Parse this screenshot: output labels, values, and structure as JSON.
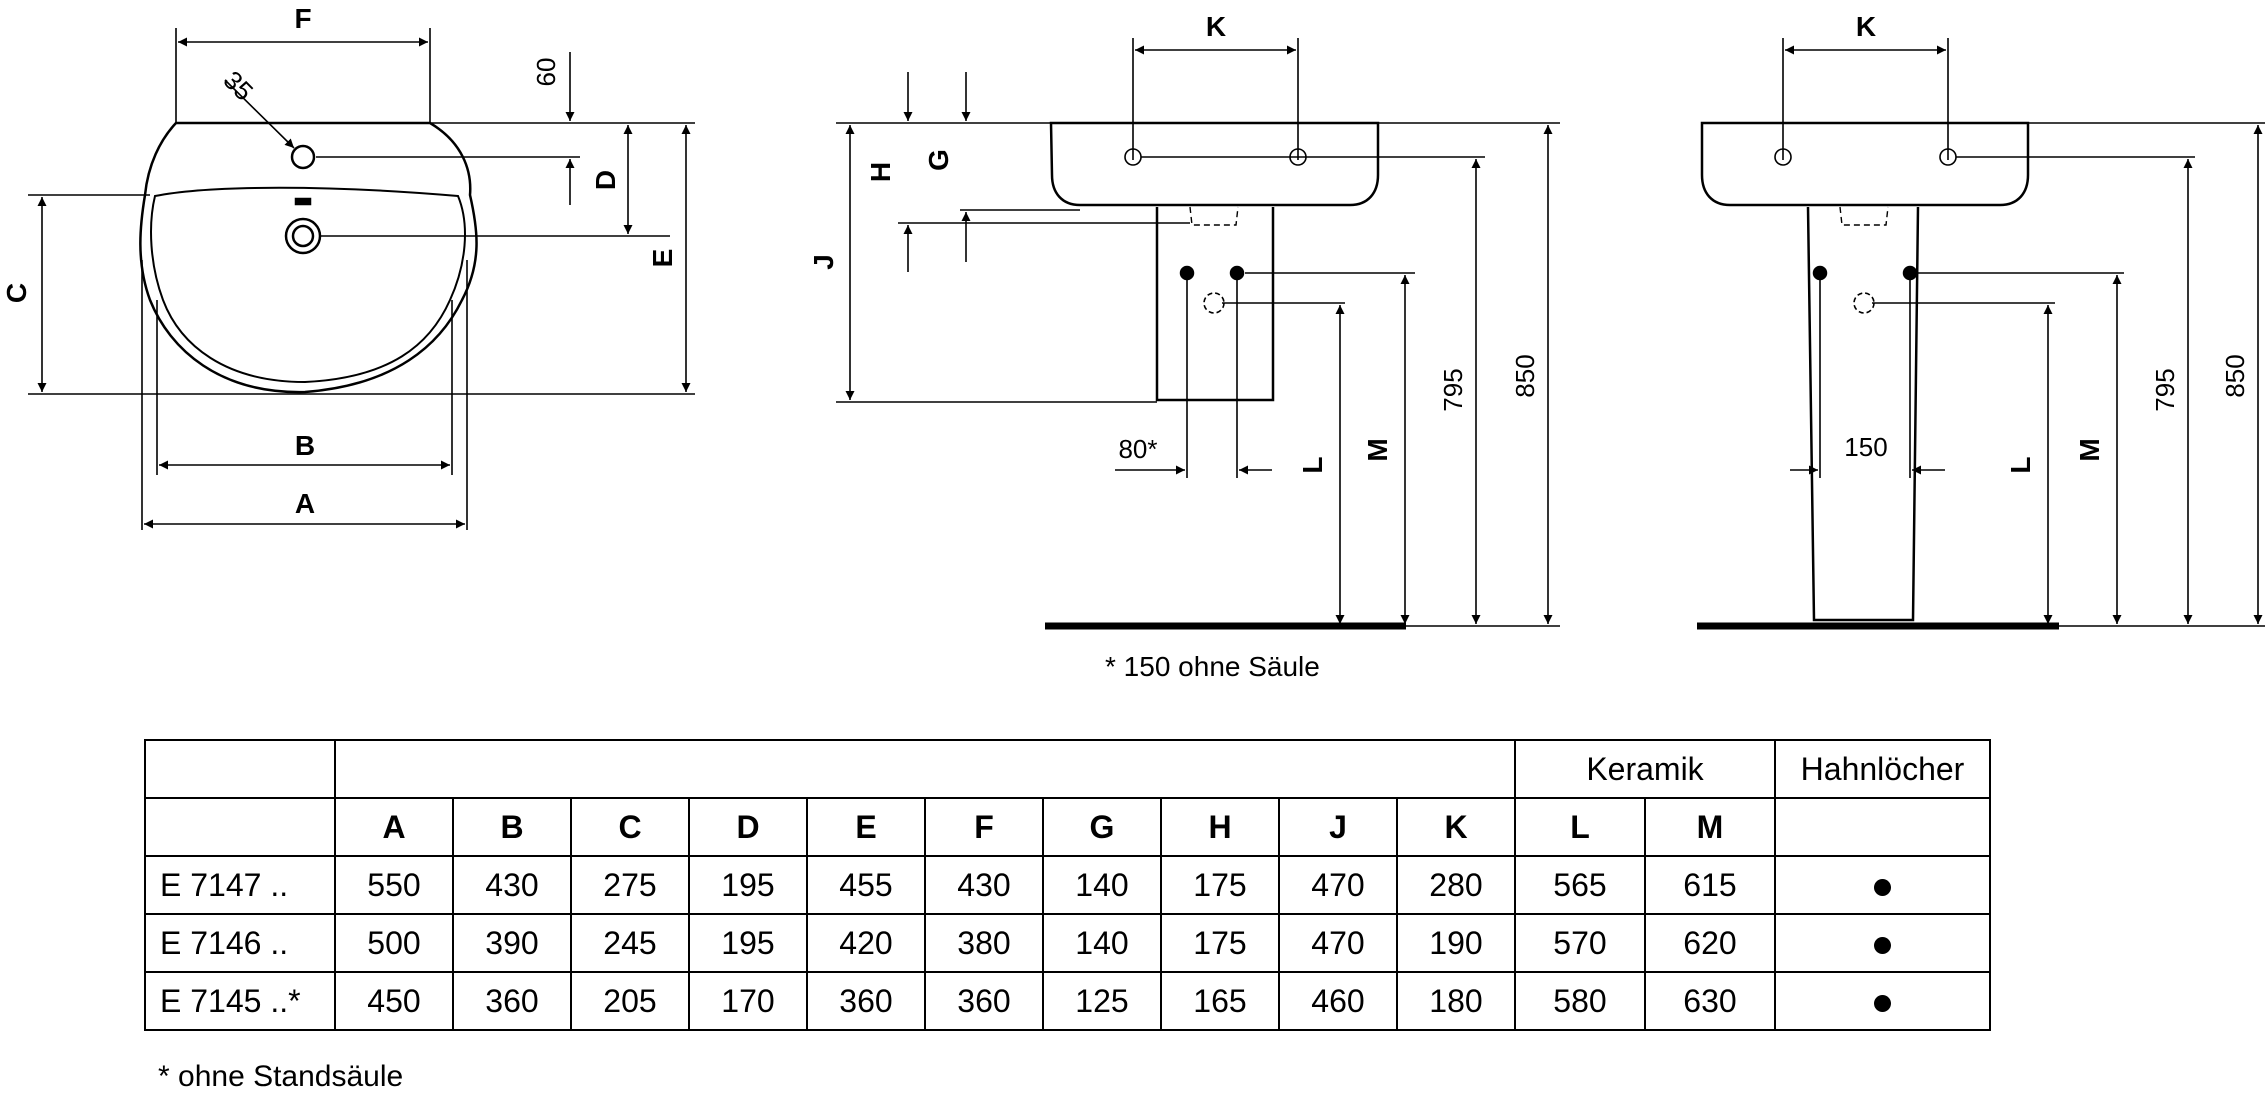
{
  "labels": {
    "A": "A",
    "B": "B",
    "C": "C",
    "D": "D",
    "E": "E",
    "F": "F",
    "G": "G",
    "H": "H",
    "J": "J",
    "K": "K",
    "L": "L",
    "M": "M"
  },
  "dims": {
    "d35": "35",
    "d60": "60",
    "d795": "795",
    "d850": "850",
    "d80": "80*",
    "d150": "150"
  },
  "notes": {
    "pedestal_note": "* 150 ohne Säule",
    "footnote": "* ohne Standsäule"
  },
  "table": {
    "group_keramik": "Keramik",
    "group_hahn": "Hahnlöcher",
    "headers": [
      "A",
      "B",
      "C",
      "D",
      "E",
      "F",
      "G",
      "H",
      "J",
      "K",
      "L",
      "M"
    ],
    "rows": [
      {
        "model": "E 7147 ..",
        "values": [
          "550",
          "430",
          "275",
          "195",
          "455",
          "430",
          "140",
          "175",
          "470",
          "280",
          "565",
          "615"
        ],
        "hahn": true
      },
      {
        "model": "E 7146 ..",
        "values": [
          "500",
          "390",
          "245",
          "195",
          "420",
          "380",
          "140",
          "175",
          "470",
          "190",
          "570",
          "620"
        ],
        "hahn": true
      },
      {
        "model": "E 7145 ..*",
        "values": [
          "450",
          "360",
          "205",
          "170",
          "360",
          "360",
          "125",
          "165",
          "460",
          "180",
          "580",
          "630"
        ],
        "hahn": true
      }
    ]
  },
  "colors": {
    "line": "#000000",
    "background": "#ffffff"
  }
}
